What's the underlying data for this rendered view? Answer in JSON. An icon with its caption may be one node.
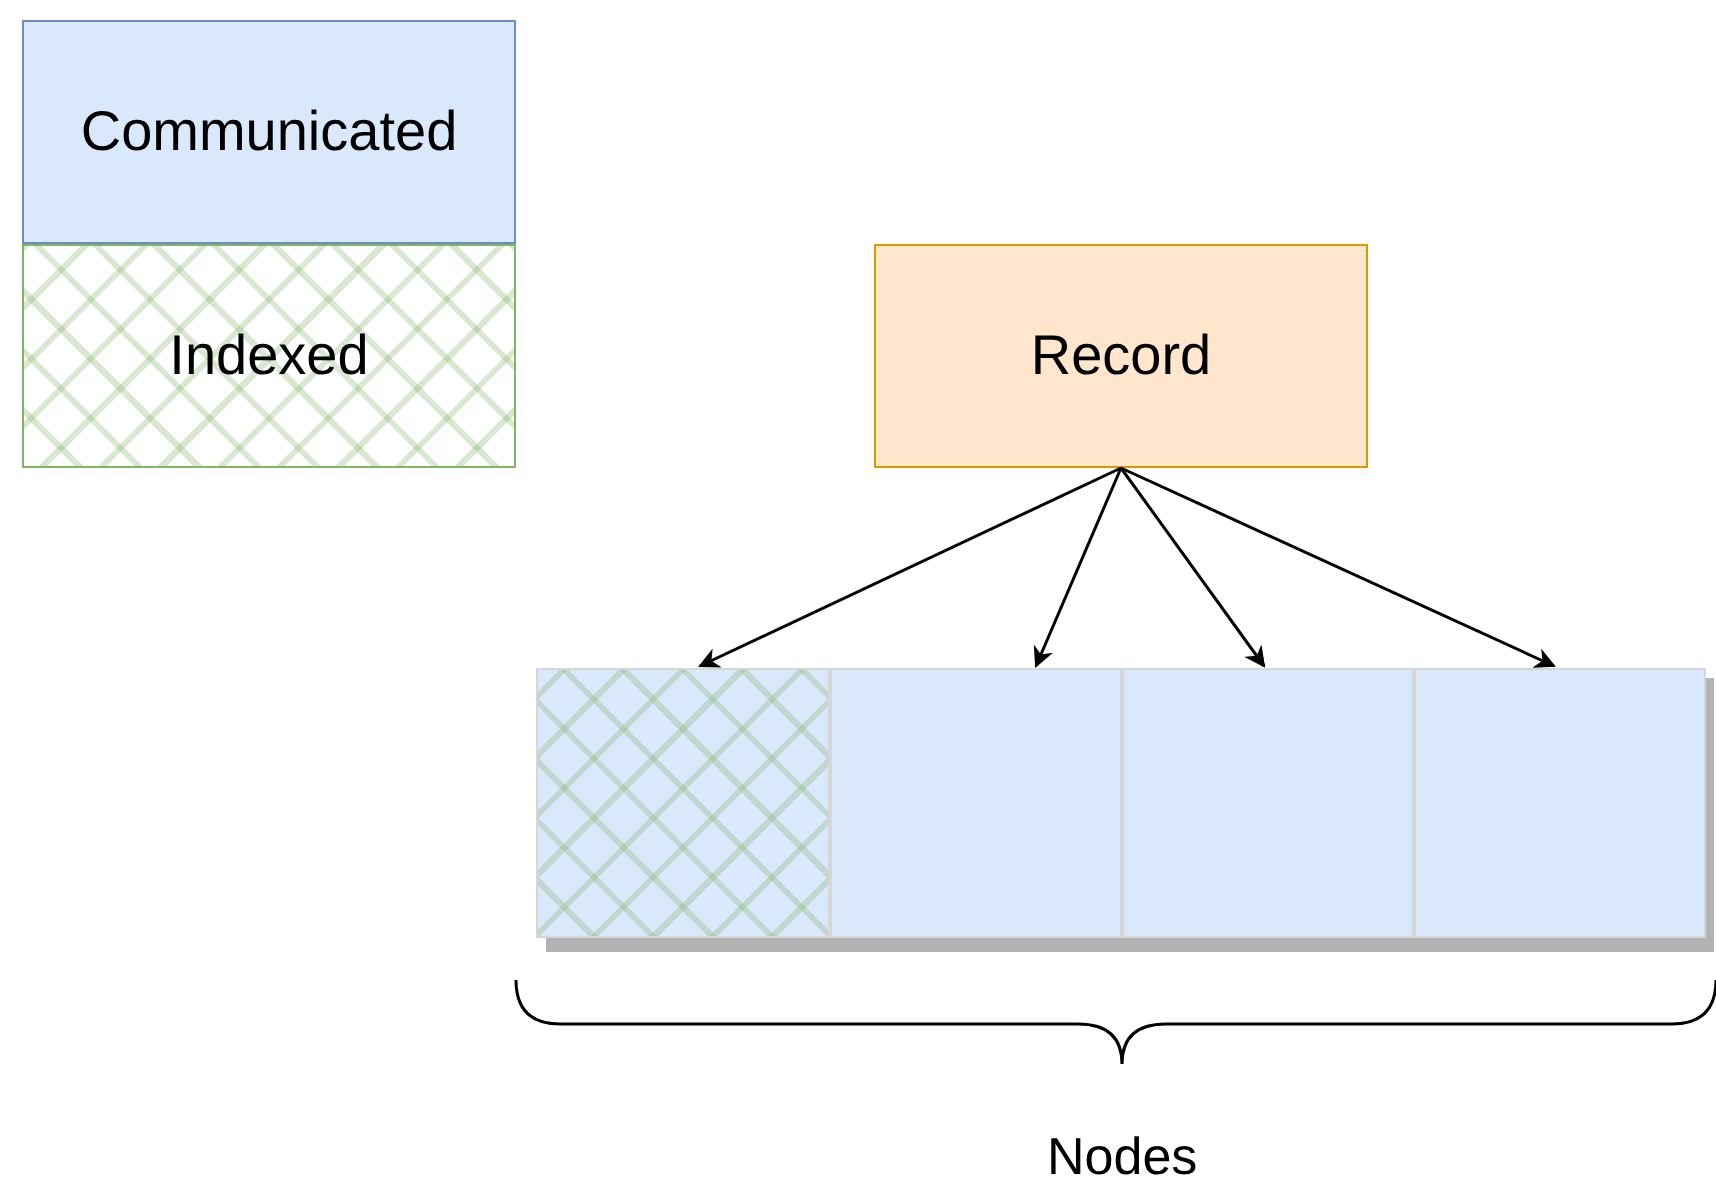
{
  "diagram": {
    "nodes": [
      {
        "text": [
          "Communicated"
        ]
      },
      {
        "text": [
          "Indexed"
        ]
      },
      {
        "text": [
          "Record"
        ]
      },
      {
        "text": [],
        "shape": "box"
      },
      {
        "text": [],
        "shape": "box"
      },
      {
        "text": [],
        "shape": "box"
      },
      {
        "text": [],
        "shape": "box"
      }
    ],
    "edges": [
      {
        "from": 2,
        "to": 3,
        "arrow": "to"
      },
      {
        "from": 2,
        "to": 4,
        "arrow": "to"
      },
      {
        "from": 2,
        "to": 5,
        "arrow": "to"
      },
      {
        "from": 2,
        "to": 6,
        "arrow": "to"
      }
    ],
    "labels": [
      "Nodes"
    ]
  }
}
